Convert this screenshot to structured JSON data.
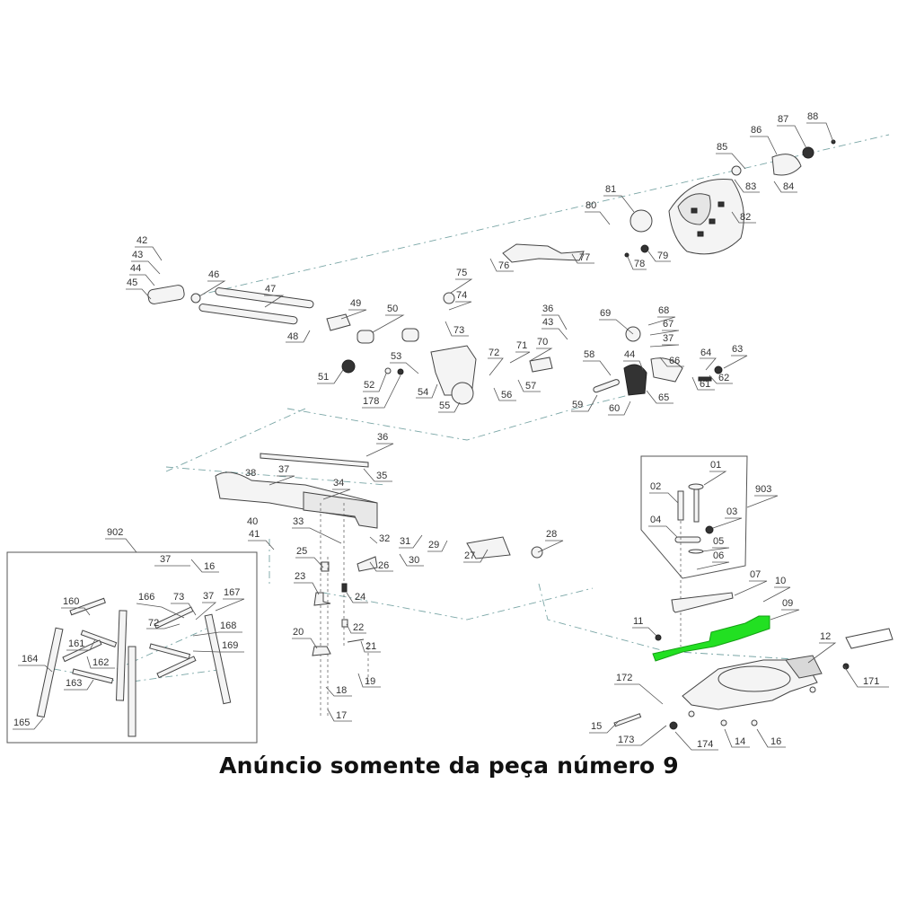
{
  "caption": "Anúncio somente da peça número 9",
  "highlight": {
    "part_number": "09",
    "color": "#22e022"
  },
  "assemblies": {
    "stand": {
      "label": "902"
    },
    "clamp": {
      "label": "903"
    }
  },
  "labels": {
    "p01": "01",
    "p02": "02",
    "p03": "03",
    "p04": "04",
    "p05": "05",
    "p06": "06",
    "p07": "07",
    "p09": "09",
    "p10": "10",
    "p11": "11",
    "p12": "12",
    "p14": "14",
    "p15": "15",
    "p16a": "16",
    "p16b": "16",
    "p17": "17",
    "p18": "18",
    "p19": "19",
    "p20": "20",
    "p21": "21",
    "p22": "22",
    "p23": "23",
    "p24": "24",
    "p25": "25",
    "p26": "26",
    "p27": "27",
    "p28": "28",
    "p29": "29",
    "p30": "30",
    "p31": "31",
    "p32": "32",
    "p33": "33",
    "p34": "34",
    "p35": "35",
    "p36a": "36",
    "p36b": "36",
    "p37a": "37",
    "p37b": "37",
    "p37c": "37",
    "p37d": "37",
    "p38": "38",
    "p40": "40",
    "p41": "41",
    "p42": "42",
    "p43a": "43",
    "p43b": "43",
    "p44a": "44",
    "p44b": "44",
    "p45": "45",
    "p46": "46",
    "p47": "47",
    "p48": "48",
    "p49": "49",
    "p50": "50",
    "p51": "51",
    "p52": "52",
    "p53": "53",
    "p54": "54",
    "p55": "55",
    "p56": "56",
    "p57": "57",
    "p58": "58",
    "p59": "59",
    "p60": "60",
    "p61": "61",
    "p62": "62",
    "p63": "63",
    "p64": "64",
    "p65": "65",
    "p66": "66",
    "p67": "67",
    "p68": "68",
    "p69": "69",
    "p70": "70",
    "p71": "71",
    "p72a": "72",
    "p72b": "72",
    "p73a": "73",
    "p73b": "73",
    "p74": "74",
    "p75": "75",
    "p76": "76",
    "p77": "77",
    "p78": "78",
    "p79": "79",
    "p80": "80",
    "p81": "81",
    "p82": "82",
    "p83": "83",
    "p84": "84",
    "p85": "85",
    "p86": "86",
    "p87": "87",
    "p88": "88",
    "p160": "160",
    "p161": "161",
    "p162": "162",
    "p163": "163",
    "p164": "164",
    "p165": "165",
    "p166": "166",
    "p167": "167",
    "p168": "168",
    "p169": "169",
    "p171": "171",
    "p172": "172",
    "p173": "173",
    "p174": "174",
    "p178": "178"
  }
}
